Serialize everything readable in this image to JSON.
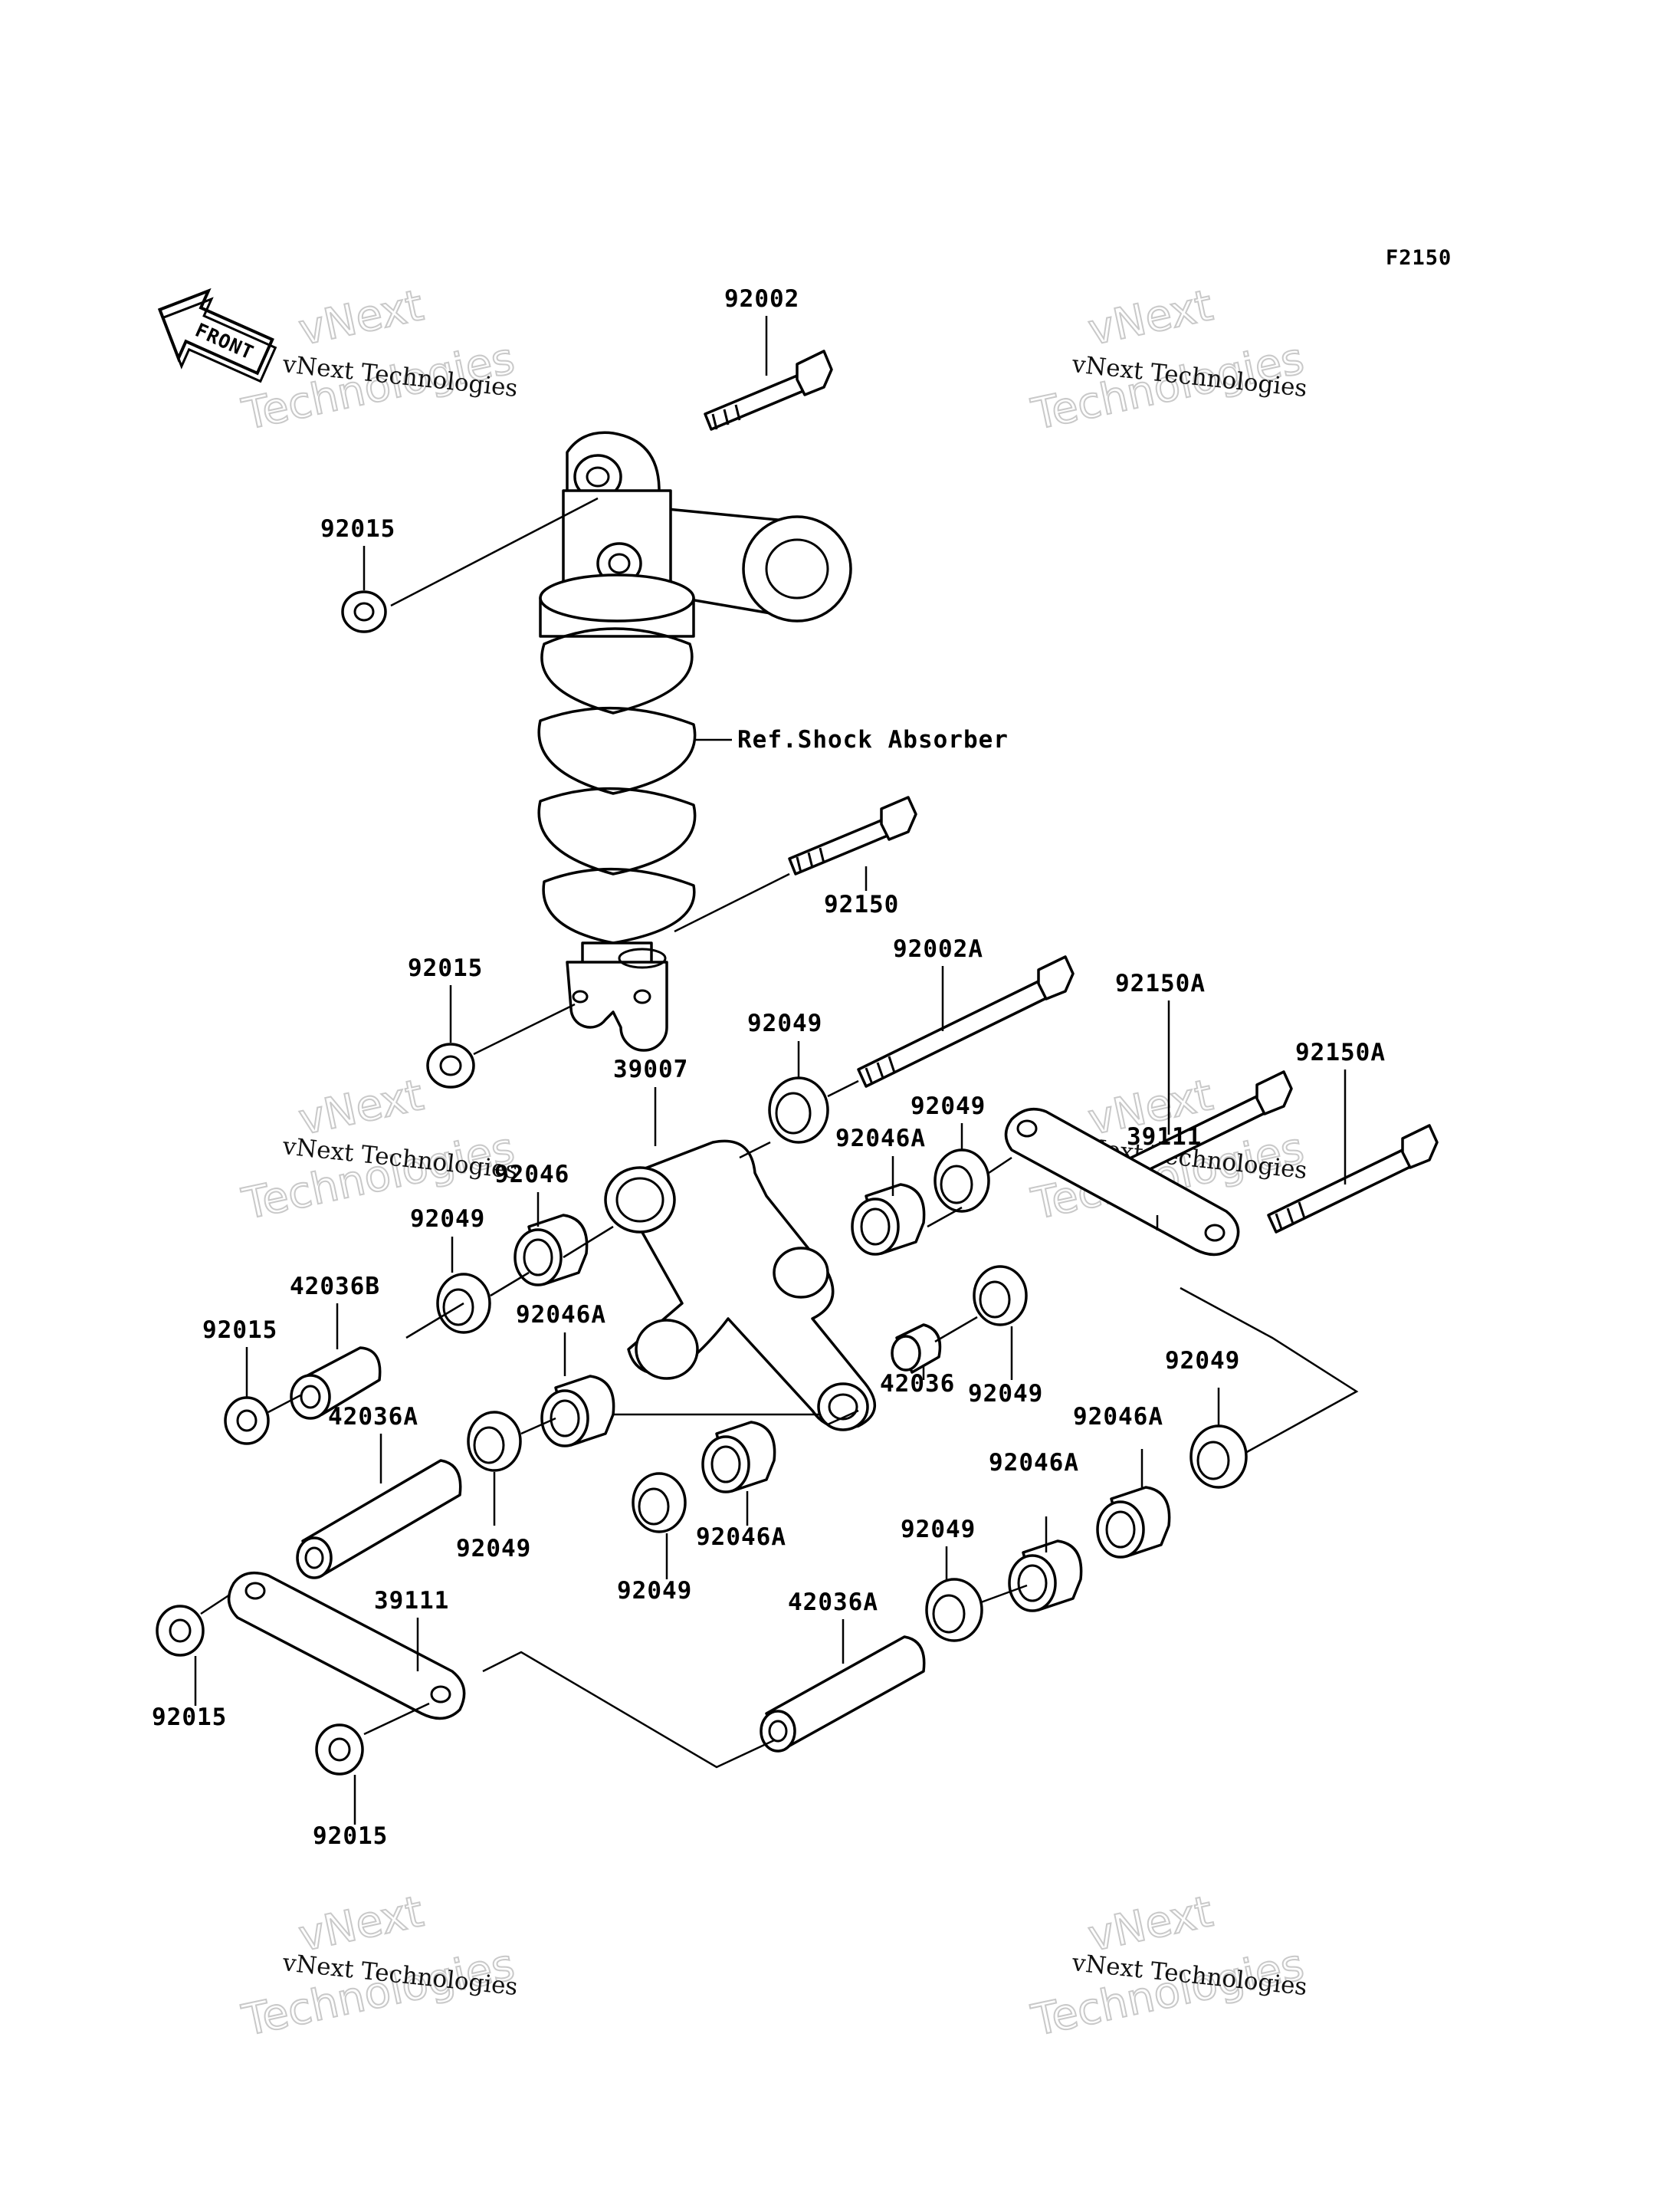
{
  "figure_code": "F2150",
  "front_arrow_label": "FRONT",
  "ref_label": "Ref.Shock Absorber",
  "watermark": {
    "name": "vNext Technologies",
    "line1": "vNext",
    "line2": "Technologies"
  },
  "parts": {
    "p92002": "92002",
    "p92015_top": "92015",
    "p92150": "92150",
    "p92015_mid": "92015",
    "p92002A": "92002A",
    "p92150A_1": "92150A",
    "p92150A_2": "92150A",
    "p92049_a": "92049",
    "p39007": "39007",
    "p92049_b": "92049",
    "p92046A_a": "92046A",
    "p39111_right": "39111",
    "p92046": "92046",
    "p92049_c": "92049",
    "p42036B": "42036B",
    "p92046A_b": "92046A",
    "p92015_left": "92015",
    "p42036A_left": "42036A",
    "p92049_d": "92049",
    "p42036": "42036",
    "p92049_e": "92049",
    "p92046A_c": "92046A",
    "p92046A_d": "92046A",
    "p92049_f": "92049",
    "p92049_g": "92049",
    "p92046A_e": "92046A",
    "p92049_h": "92049",
    "p39111_left": "39111",
    "p42036A_bottom": "42036A",
    "p92015_bl": "92015",
    "p92015_bottom": "92015"
  }
}
